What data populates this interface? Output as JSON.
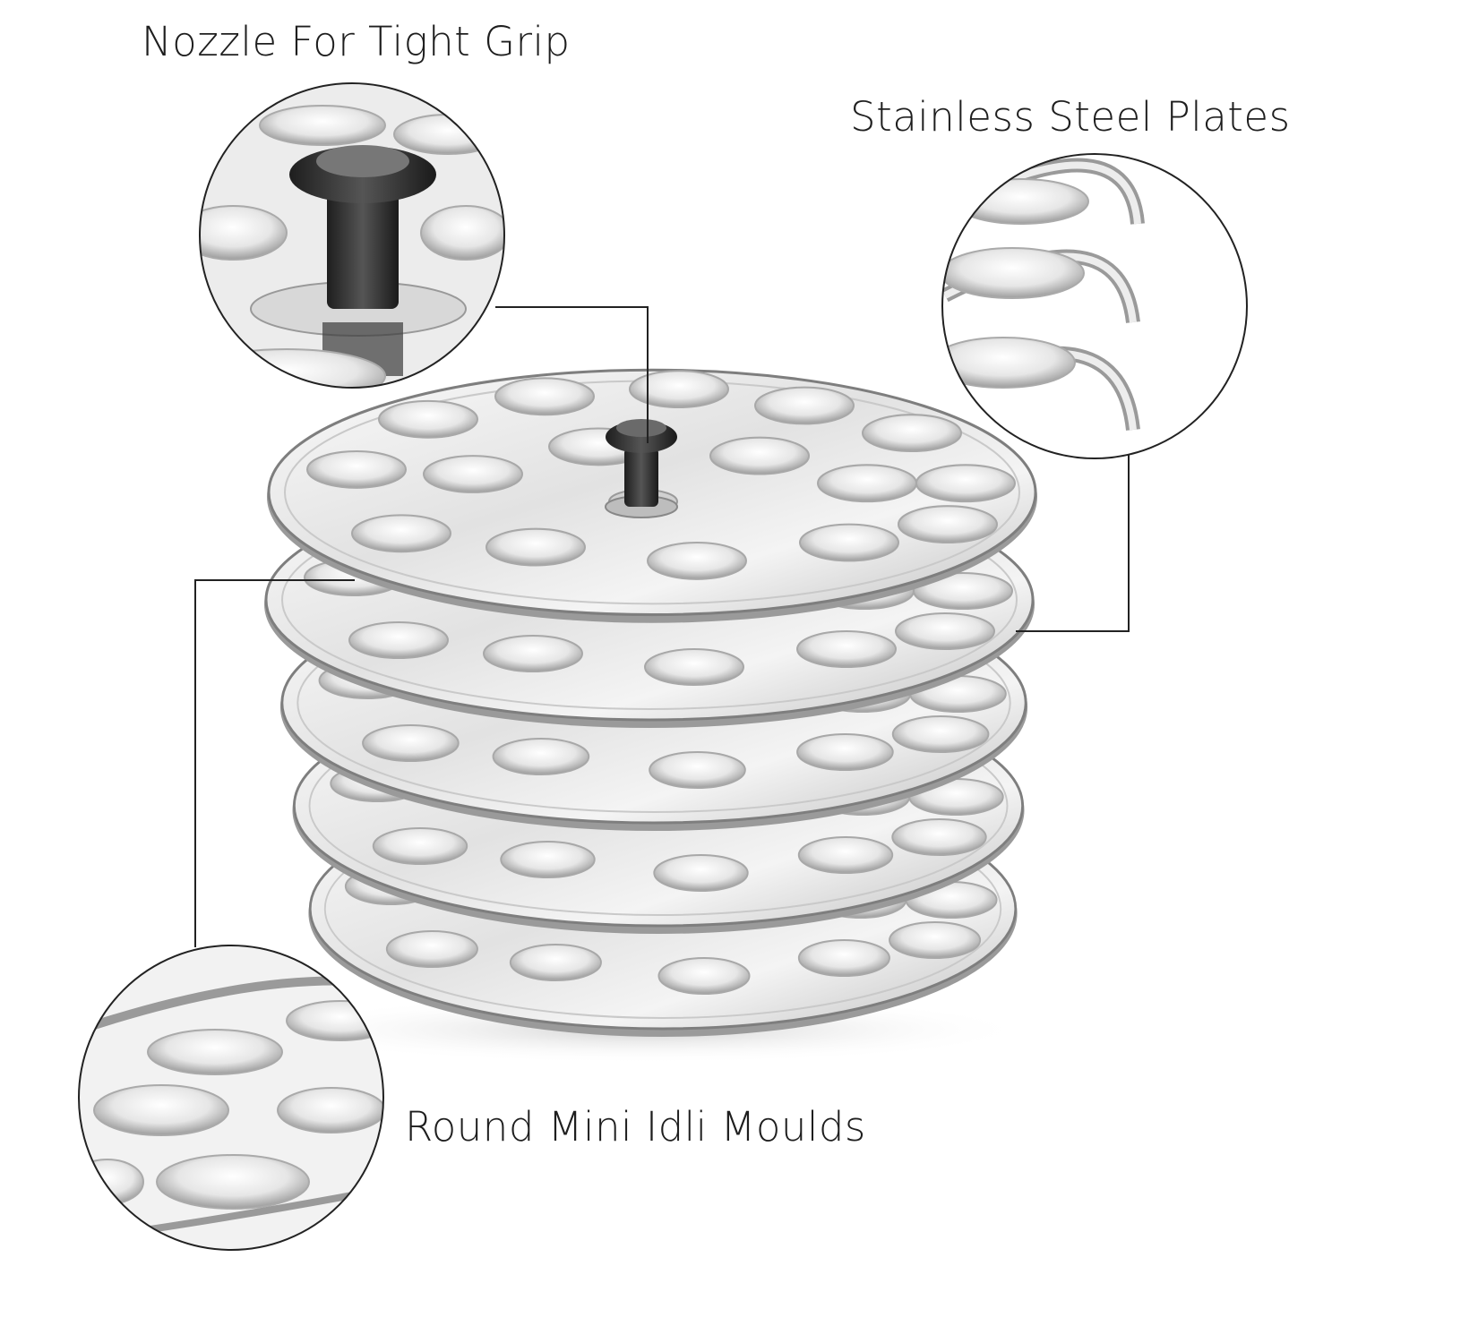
{
  "callouts": {
    "nozzle": {
      "label": "Nozzle For Tight Grip",
      "icon": "nozzle-zoom-icon"
    },
    "plates": {
      "label": "Stainless Steel Plates",
      "icon": "plate-edge-zoom-icon"
    },
    "moulds": {
      "label": "Round Mini Idli Moulds",
      "icon": "mould-zoom-icon"
    }
  },
  "product": {
    "icon": "mini-idli-stand-icon",
    "plate_count": 5,
    "colors": {
      "steel_light": "#f2f2f2",
      "steel_mid": "#c8c8c8",
      "steel_dark": "#8a8a8a",
      "knob": "#2f2f2f",
      "line": "#222222"
    }
  }
}
